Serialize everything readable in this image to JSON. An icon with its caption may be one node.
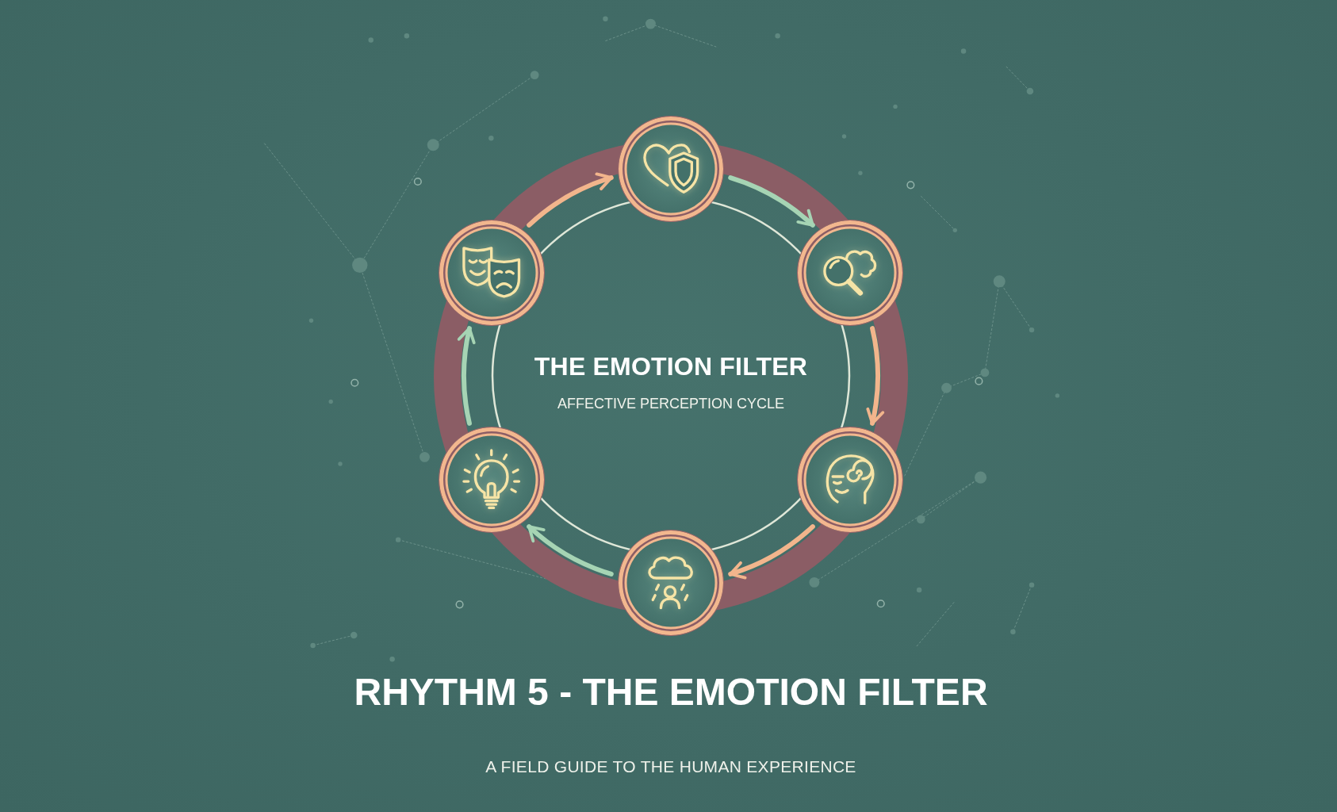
{
  "diagram": {
    "title": "RHYTHM 5 - THE EMOTION FILTER",
    "caption": "A FIELD GUIDE TO THE HUMAN EXPERIENCE",
    "nodes": [
      {
        "text": [
          "THE EMOTION FILTER",
          "AFFECTIVE PERCEPTION CYCLE"
        ]
      },
      {
        "text": [],
        "shape": "circle"
      },
      {
        "text": [],
        "shape": "circle"
      },
      {
        "text": [],
        "shape": "circle"
      },
      {
        "text": [],
        "shape": "circle"
      },
      {
        "text": [],
        "shape": "circle"
      },
      {
        "text": [],
        "shape": "circle"
      }
    ],
    "edges": [
      {
        "from": 1,
        "to": 2,
        "arrow": "to",
        "color": "#a6d4b4"
      },
      {
        "from": 2,
        "to": 3,
        "arrow": "to",
        "color": "#f2b58c"
      },
      {
        "from": 3,
        "to": 4,
        "arrow": "to",
        "color": "#f2b58c"
      },
      {
        "from": 4,
        "to": 5,
        "arrow": "to",
        "color": "#a6d4b4"
      },
      {
        "from": 5,
        "to": 6,
        "arrow": "to",
        "color": "#a6d4b4"
      },
      {
        "from": 6,
        "to": 1,
        "arrow": "to",
        "color": "#f2b58c"
      }
    ]
  }
}
